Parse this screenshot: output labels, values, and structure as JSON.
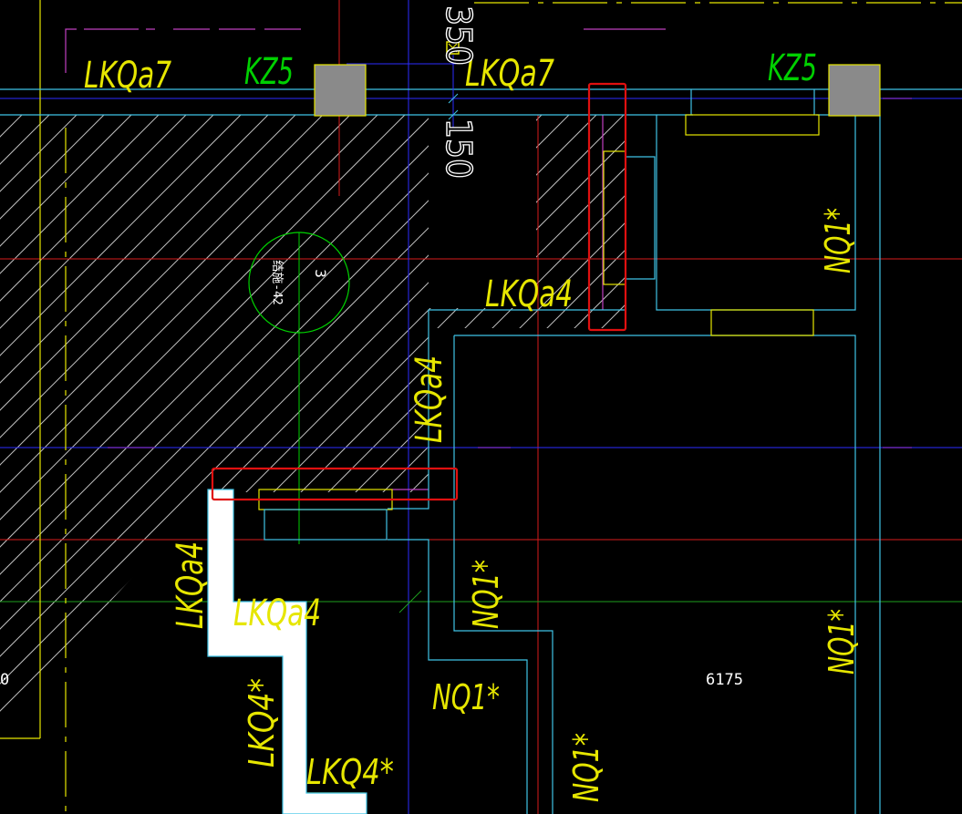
{
  "drawing": {
    "background": "#000000",
    "colors": {
      "wall_outline": "#3fc3e6",
      "axis_red": "#d81b1b",
      "axis_blue": "#2b2bff",
      "axis_green": "#1e9e1e",
      "magenta": "#c040c0",
      "yellow": "#e6e600",
      "green_label": "#00d000",
      "hatch": "#bfbfbf",
      "column_fill": "#8a8a8a",
      "highlight_box": "#e01010",
      "slab_fill": "#ffffff"
    },
    "labels": {
      "lkqa7_left": "LKQa7",
      "lkqa7_right": "LKQa7",
      "kz5_left": "KZ5",
      "kz5_right": "KZ5",
      "dim_350": "350",
      "dim_150": "150",
      "lkqa4_upper": "LKQa4",
      "lkqa4_vertical": "LKQa4",
      "lkqa4_left_vertical": "LKQa4",
      "lkqa4_middle": "LKQa4",
      "lkq4_vertical": "LKQ4*",
      "lkq4_bottom": "LKQ4*",
      "nq1_right_upper": "NQ1*",
      "nq1_right_lower": "NQ1*",
      "nq1_middle": "NQ1*",
      "nq1_center": "NQ1*",
      "nq1_bottom": "NQ1*",
      "dim_6175": "6175",
      "dim_left_partial": "0",
      "detail_number": "3",
      "detail_sheet": "结施-42"
    },
    "icons": {
      "snap_marker": "square-x-icon",
      "detail_circle": "detail-callout-icon"
    }
  }
}
